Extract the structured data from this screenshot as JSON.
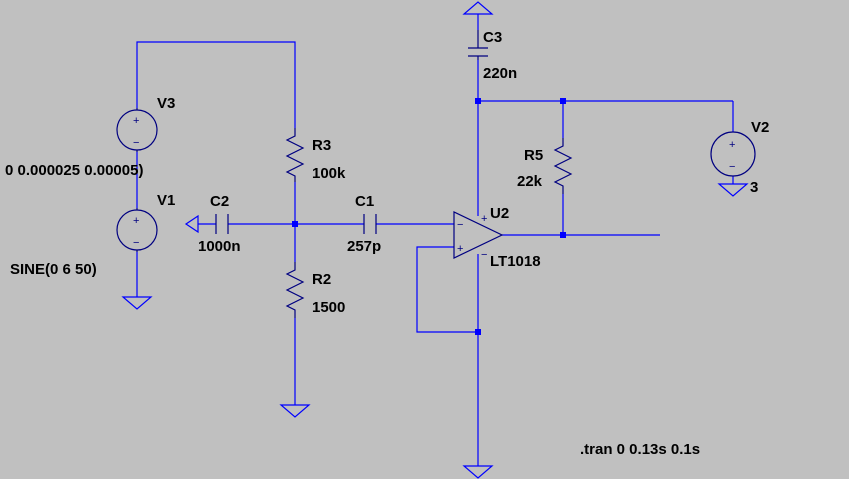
{
  "components": {
    "v3": {
      "name": "V3",
      "value": "0 0.000025 0.00005)"
    },
    "v1": {
      "name": "V1",
      "value": "SINE(0 6 50)"
    },
    "c2": {
      "name": "C2",
      "value": "1000n"
    },
    "r3": {
      "name": "R3",
      "value": "100k"
    },
    "r2": {
      "name": "R2",
      "value": "1500"
    },
    "c1": {
      "name": "C1",
      "value": "257p"
    },
    "c3": {
      "name": "C3",
      "value": "220n"
    },
    "r5": {
      "name": "R5",
      "value": "22k"
    },
    "u2": {
      "name": "U2",
      "value": "LT1018"
    },
    "v2": {
      "name": "V2",
      "value": "3"
    }
  },
  "directive": ".tran 0 0.13s 0.1s",
  "symbols": {
    "plus": "+",
    "minus": "−"
  },
  "colors": {
    "background": "#c0c0c0",
    "wire": "#0000ff",
    "symbol": "#000080",
    "text": "#000000"
  }
}
